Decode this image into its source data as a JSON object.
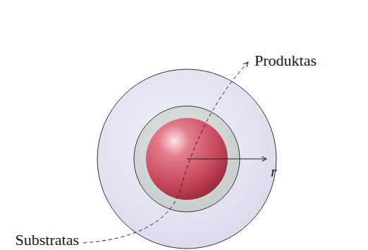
{
  "diagram": {
    "labels": [
      "Produktas",
      "r",
      "Substratas"
    ]
  }
}
